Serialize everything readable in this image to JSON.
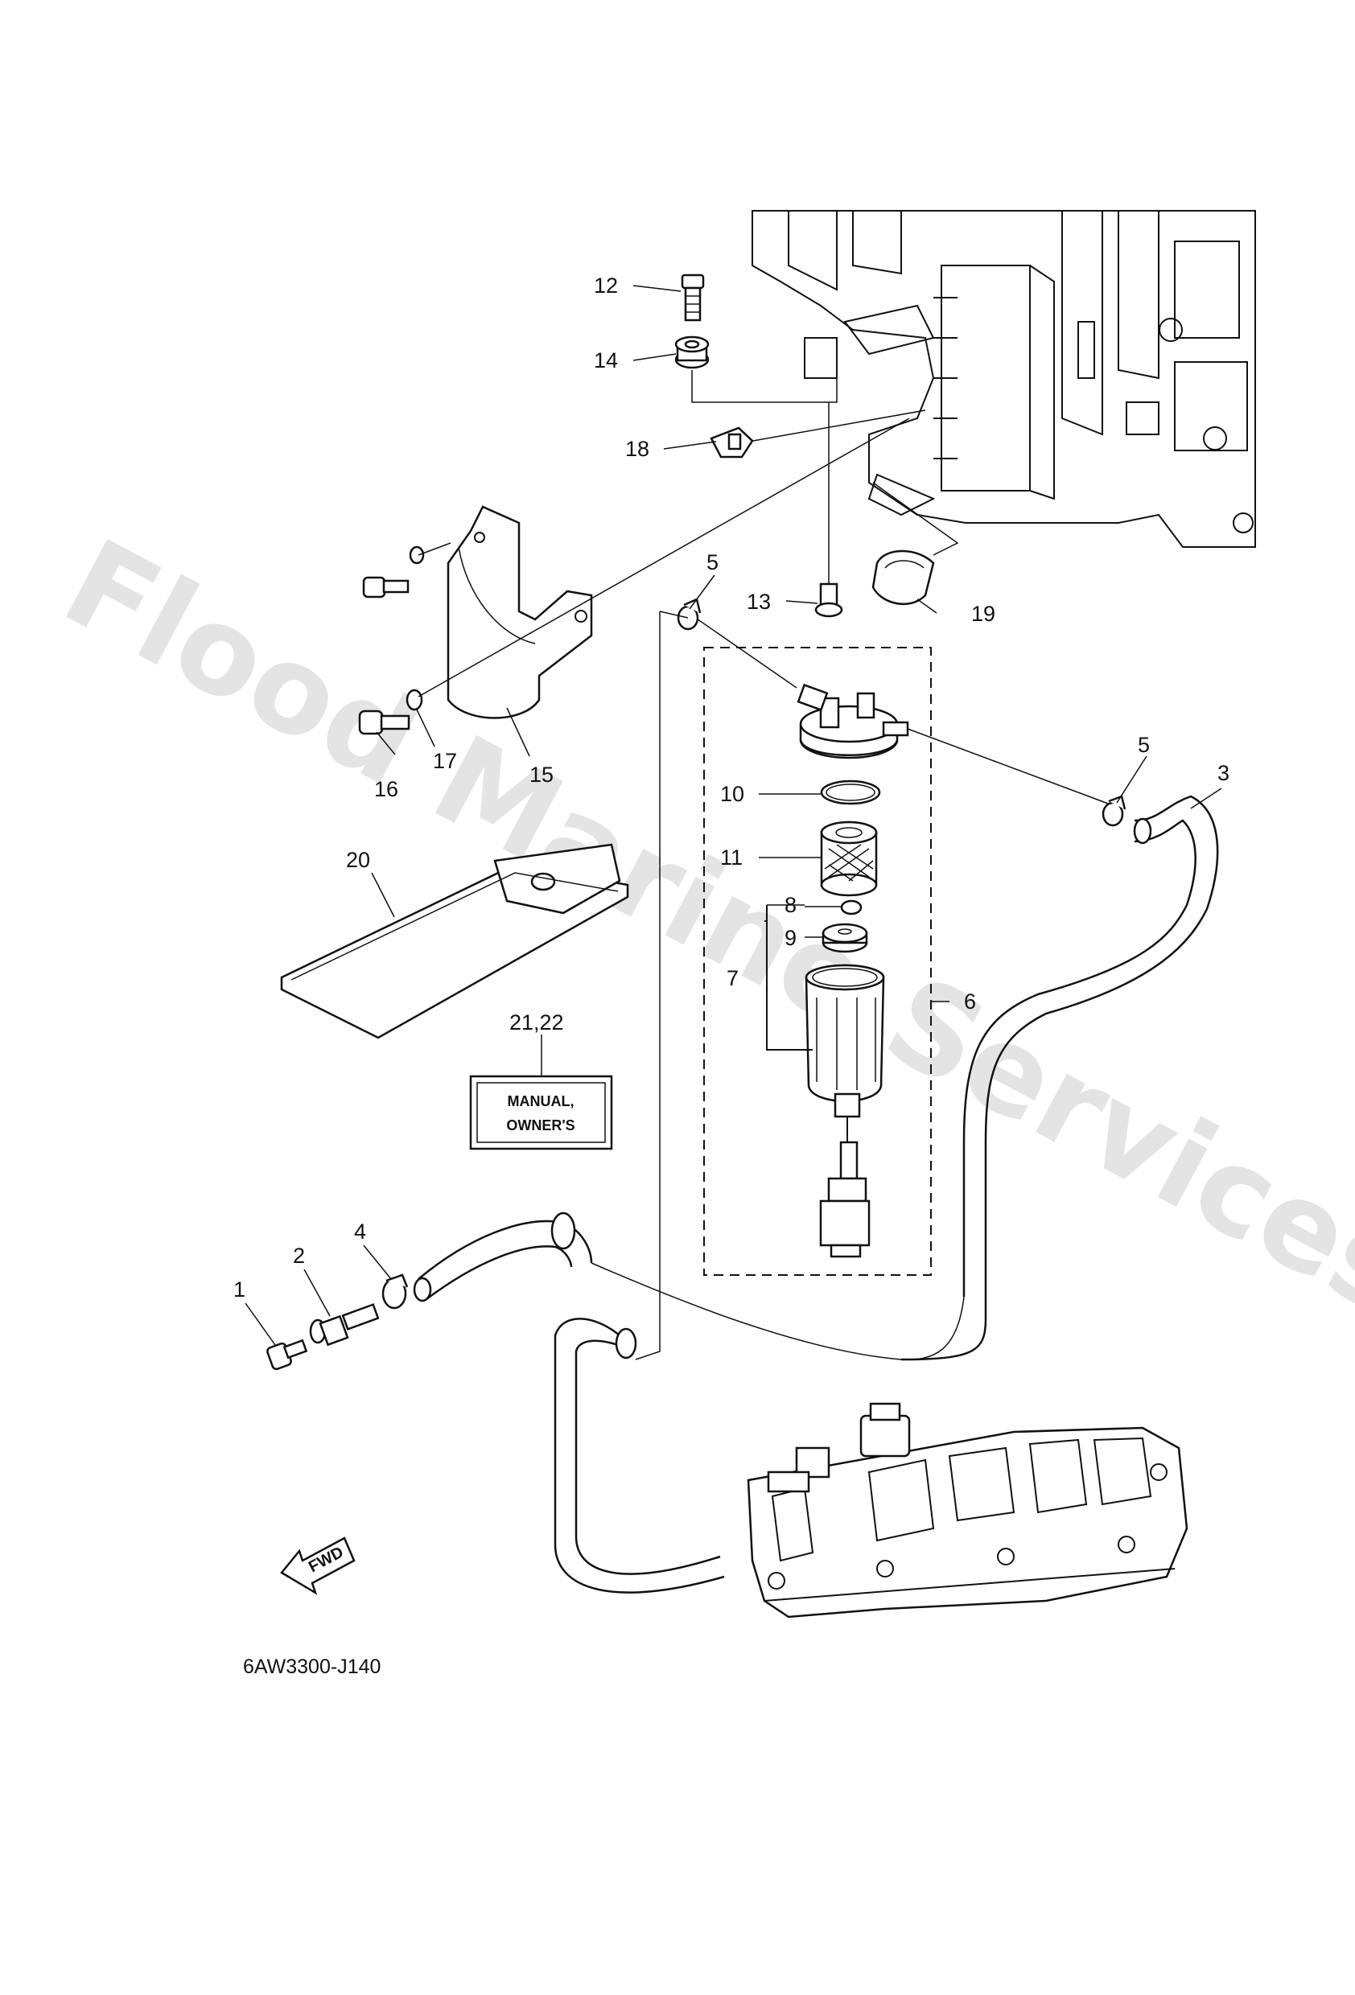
{
  "diagram": {
    "watermark": "Flood Marine Services",
    "drawing_code": "6AW3300-J140",
    "fwd_label": "FWD",
    "manual_box": {
      "line1": "MANUAL,",
      "line2": "OWNER'S"
    },
    "callouts": {
      "c1": "1",
      "c2": "2",
      "c3": "3",
      "c4": "4",
      "c5a": "5",
      "c5b": "5",
      "c6": "6",
      "c7": "7",
      "c8": "8",
      "c9": "9",
      "c10": "10",
      "c11": "11",
      "c12": "12",
      "c13": "13",
      "c14": "14",
      "c15": "15",
      "c16": "16",
      "c17": "17",
      "c18": "18",
      "c19": "19",
      "c20": "20",
      "c2122": "21,22"
    }
  }
}
